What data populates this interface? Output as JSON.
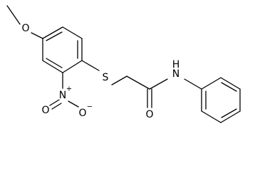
{
  "molecule": {
    "atom_labels": {
      "methoxy_o": "O",
      "thioether_s": "S",
      "amide_nh": "H",
      "amide_n": "N",
      "carbonyl_o": "O",
      "nitro_n": "N",
      "nitro_n_charge": "+",
      "nitro_o_upper": "O",
      "nitro_o_right": "O",
      "nitro_o_charge": "−"
    },
    "colors": {
      "bond": "#000000",
      "text": "#000000",
      "background": "#ffffff"
    }
  }
}
